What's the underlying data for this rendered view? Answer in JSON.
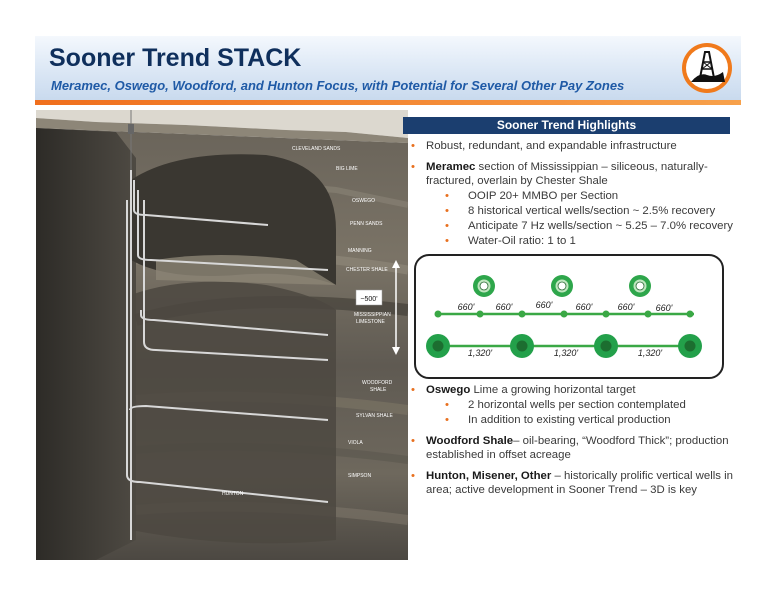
{
  "header": {
    "title": "Sooner Trend STACK",
    "subtitle": "Meramec, Oswego, Woodford, and Hunton Focus, with Potential for Several Other Pay Zones"
  },
  "cross_section": {
    "formations": [
      "CLEVELAND SANDS",
      "BIG LIME",
      "OSWEGO",
      "PENN SANDS",
      "MANNING",
      "CHESTER SHALE",
      "MISSISSIPPIAN",
      "LIMESTONE",
      "WOODFORD",
      "SHALE",
      "SYLVAN SHALE",
      "VIOLA",
      "SIMPSON",
      "HUNTON"
    ],
    "thickness_label": "~500'"
  },
  "highlights": {
    "heading": "Sooner Trend Highlights",
    "top": [
      {
        "text": "Robust, redundant, and expandable infrastructure"
      },
      {
        "bold": "Meramec",
        "text": " section of Mississippian – siliceous, naturally-fractured, overlain by Chester Shale",
        "sub": [
          "OOIP 20+ MMBO per Section",
          "8 historical vertical wells/section ~ 2.5% recovery",
          "Anticipate 7 Hz wells/section ~ 5.25 – 7.0% recovery",
          "Water-Oil ratio: 1 to 1"
        ]
      }
    ],
    "bottom": [
      {
        "bold": "Oswego",
        "text": " Lime a growing horizontal target",
        "sub": [
          "2 horizontal wells per section contemplated",
          "In addition to existing vertical production"
        ]
      },
      {
        "bold": "Woodford  Shale",
        "text": "– oil-bearing, “Woodford Thick”; production established in offset acreage"
      },
      {
        "bold": "Hunton, Misener, Other",
        "text": " – historically prolific vertical wells in area; active development in Sooner Trend – 3D is key"
      }
    ]
  },
  "spacing_diagram": {
    "top_labels": [
      "660'",
      "660'",
      "660'",
      "660'",
      "660'",
      "660'"
    ],
    "bottom_labels": [
      "1,320'",
      "1,320'",
      "1,320'"
    ],
    "colors": {
      "border": "#222222",
      "well": "#22a84a",
      "line": "#3aa845"
    }
  }
}
